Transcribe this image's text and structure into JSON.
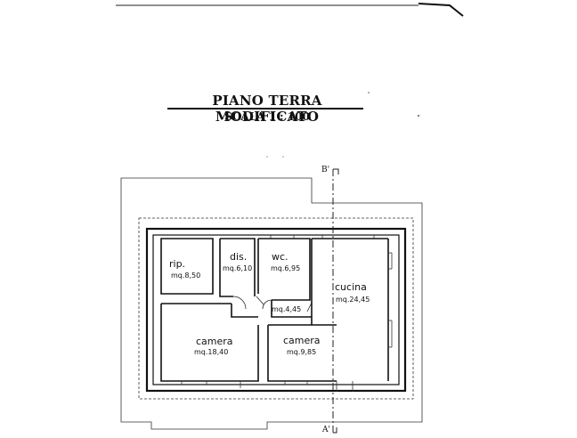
{
  "heading": {
    "title": "PIANO TERRA MODIFICATO",
    "scale": "SCALA 1 : 100"
  },
  "section_marks": {
    "top": "B'",
    "bottom": "A'"
  },
  "rooms": {
    "rip": {
      "name": "rip.",
      "area": "mq.8,50"
    },
    "dis": {
      "name": "dis.",
      "area": "mq.6,10"
    },
    "wc": {
      "name": "wc.",
      "area": "mq.6,95"
    },
    "cucina": {
      "name": "cucina",
      "area": "mq.24,45"
    },
    "hall": {
      "area": "mq.4,45"
    },
    "camera_left": {
      "name": "camera",
      "area": "mq.18,40"
    },
    "camera_right": {
      "name": "camera",
      "area": "mq.9,85"
    }
  }
}
